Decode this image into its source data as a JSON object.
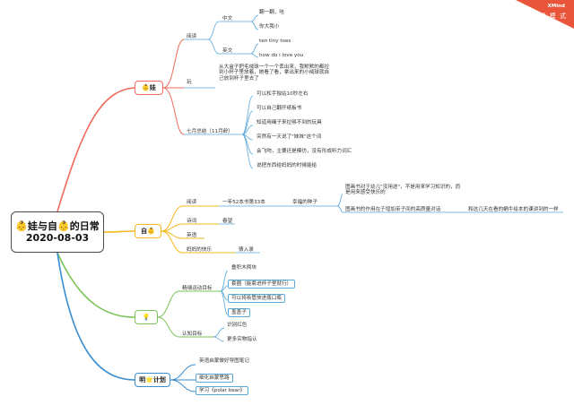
{
  "brand": {
    "name": "XMind",
    "tagline": "试 用 模 式"
  },
  "root": {
    "line1": "👶娃与自👶的日常",
    "line2": "2020-08-03"
  },
  "branch_baby": {
    "label": "👶娃",
    "reading": {
      "label": "阅读",
      "chinese": {
        "label": "中文",
        "items": [
          "翻一翻，哇",
          "你大我小"
        ]
      },
      "english": {
        "label": "英文",
        "items": [
          "ten tiny toes",
          "how do i love you"
        ]
      }
    },
    "play": {
      "label": "玩",
      "text": "从大盒子把毛绒球一个一个丢出来，我默默的都拉到小杯子里放着，她看了看，拿出来的小绒球就自己放到杯子里去了"
    },
    "july": {
      "label": "七月总结（11月龄）",
      "items": [
        "可以松手独站10秒左右",
        "可以自己翻开纸板书",
        "知道用绳子来拉够不到的玩具",
        "突然有一天说了\"妹妹\"这个词",
        "会飞吻，主要还是模仿，没有形成听力词汇",
        "说把东西给妈妈的时候能给"
      ]
    }
  },
  "branch_self": {
    "label": "自👶",
    "reading": {
      "label": "阅读",
      "book": "一年52本书第33本",
      "title": "幸福的种子",
      "notes": [
        "图画书对于幼儿\"没用途\"，不是用来学习知识的，而是用来感受快乐的",
        "图画书的作用在于增加亲子间的高质量对话"
      ],
      "tail": "和这几天在看的蜗牛绘本的课讲到的一样"
    },
    "poetry": {
      "label": "诗词",
      "value": "春望"
    },
    "english": {
      "label": "英语"
    },
    "joy": {
      "label": "妈妈的快乐",
      "value": "猜入录"
    }
  },
  "branch_idea": {
    "label": "💡",
    "fine_motor": {
      "label": "精细运动目标",
      "items": [
        "叠积木两块",
        "套圈（能套进杯子里就行）",
        "可以将吸管放进瓶口瓶",
        "盖盖子"
      ]
    },
    "cognition": {
      "label": "认知目标",
      "items": [
        "识别红色",
        "更多实物指认"
      ]
    }
  },
  "branch_plan": {
    "label": "明🌟计划",
    "items": [
      "英语启蒙做好导图笔记",
      "细化启蒙思路",
      "学习《polar bear》"
    ]
  },
  "colors": {
    "baby": "#ef6b5b",
    "self": "#f5b820",
    "idea": "#7dc55a",
    "plan": "#3a8ed0",
    "leaf": "#5aa8d8",
    "corner": "#e8553a"
  }
}
